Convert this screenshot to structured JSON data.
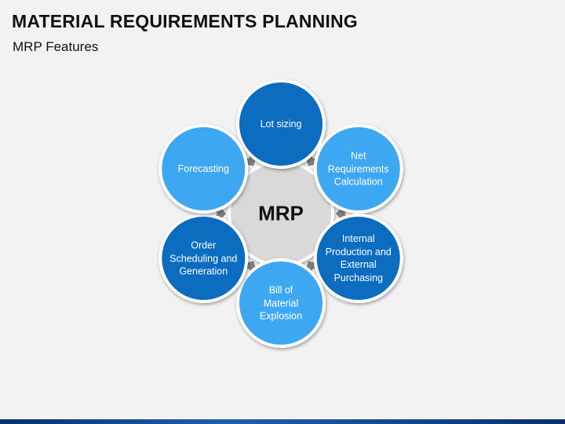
{
  "header": {
    "title": "MATERIAL REQUIREMENTS PLANNING",
    "subtitle": "MRP Features"
  },
  "diagram": {
    "center": {
      "label": "MRP",
      "color": "#d9d9d9"
    },
    "nodes": [
      {
        "id": "lot-sizing",
        "label": "Lot sizing",
        "color": "#0b6cc0"
      },
      {
        "id": "net-requirements",
        "label": "Net\nRequirements\nCalculation",
        "color": "#3ea7f2"
      },
      {
        "id": "internal-production",
        "label": "Internal\nProduction and\nExternal\nPurchasing",
        "color": "#0b6cc0"
      },
      {
        "id": "bill-of-material",
        "label": "Bill of\nMaterial\nExplosion",
        "color": "#3ea7f2"
      },
      {
        "id": "order-scheduling",
        "label": "Order\nScheduling and\nGeneration",
        "color": "#0b6cc0"
      },
      {
        "id": "forecasting",
        "label": "Forecasting",
        "color": "#3ea7f2"
      }
    ]
  }
}
